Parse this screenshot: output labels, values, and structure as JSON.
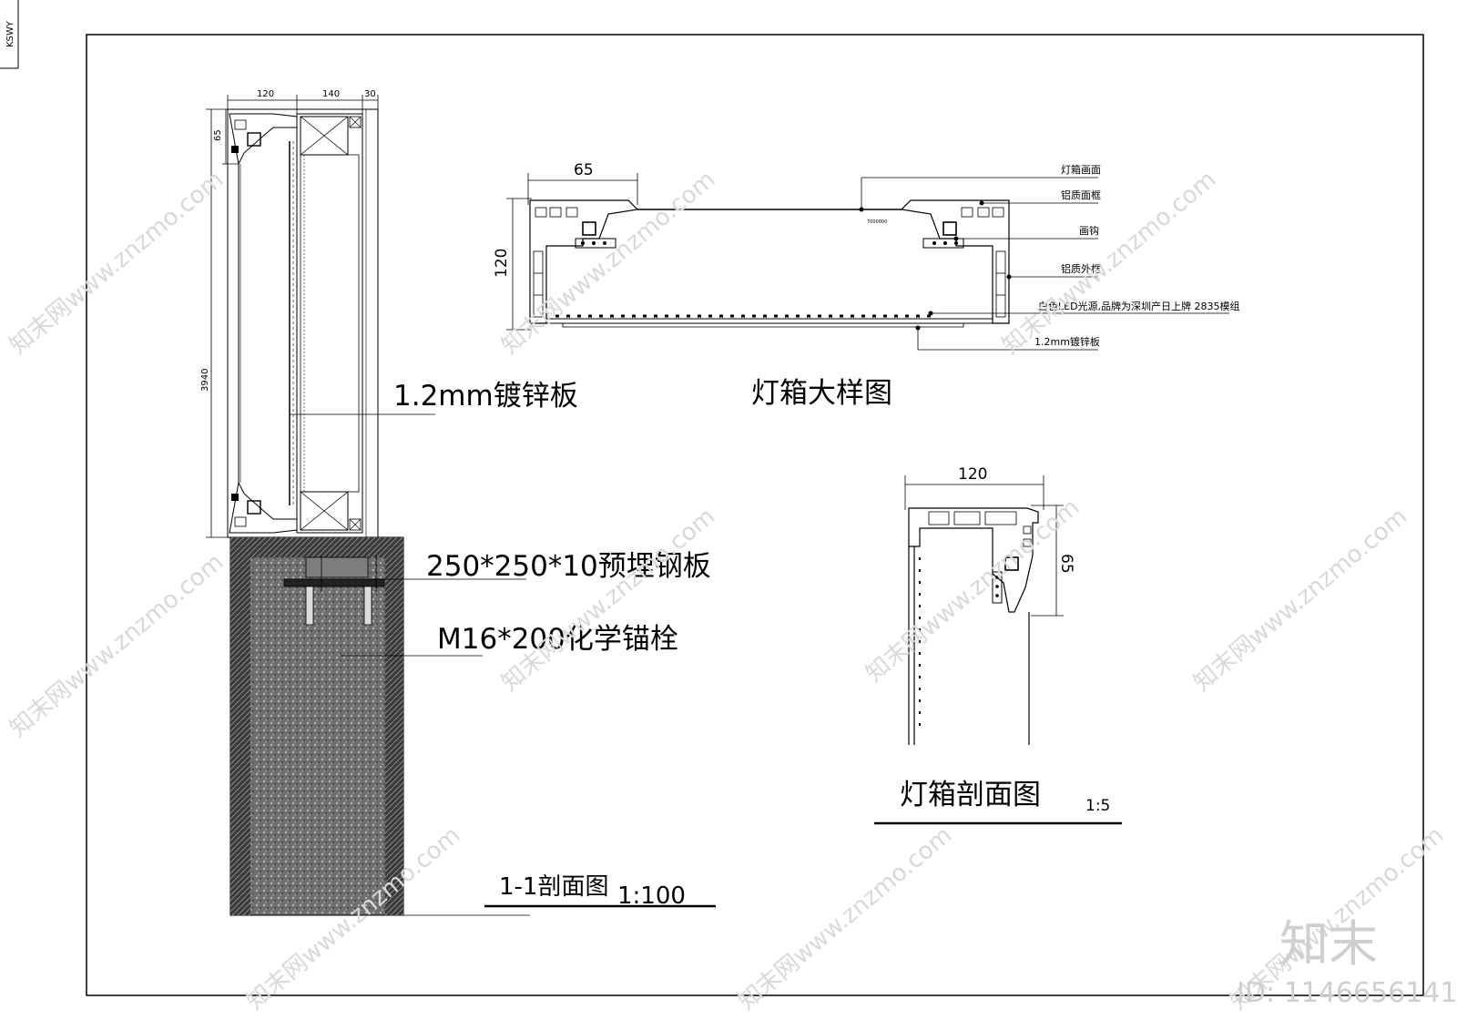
{
  "sheet": {
    "corner_tag": "KSWY"
  },
  "section_1_1": {
    "title": "1-1剖面图",
    "scale": "1:100",
    "dim_top": [
      "120",
      "140",
      "30"
    ],
    "dim_small": "65",
    "dim_height": "3940",
    "label_plate": "1.2mm镀锌板",
    "label_steel": "250*250*10预埋钢板",
    "label_anchor": "M16*200化学锚栓"
  },
  "lightbox_detail": {
    "title": "灯箱大样图",
    "dim_width": "65",
    "dim_height": "120",
    "small_text": "7000000",
    "callouts": [
      "灯箱画面",
      "铝质面框",
      "画钩",
      "铝质外框",
      "白色LED光源,品牌为深圳产日上牌 2835模组",
      "1.2mm镀锌板"
    ]
  },
  "lightbox_section": {
    "title": "灯箱剖面图",
    "scale": "1:5",
    "dim_width": "120",
    "dim_depth": "65"
  },
  "watermark": {
    "text": "知末网www.znzmo.com",
    "logo": "知末",
    "id": "ID: 1146656141"
  }
}
